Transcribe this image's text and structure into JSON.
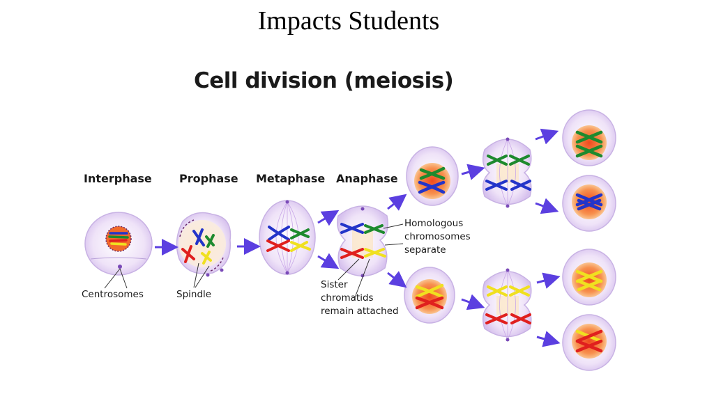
{
  "slide": {
    "title": "Impacts Students"
  },
  "diagram": {
    "title": "Cell division (meiosis)",
    "stages": {
      "interphase": "Interphase",
      "prophase": "Prophase",
      "metaphase": "Metaphase",
      "anaphase": "Anaphase"
    },
    "annotations": {
      "centrosomes": "Centrosomes",
      "spindle": "Spindle",
      "homologous": [
        "Homologous",
        "chromosomes",
        "separate"
      ],
      "sister": [
        "Sister",
        "chromatids",
        "remain attached"
      ]
    },
    "colors": {
      "cell_fill": "#e9dcf5",
      "cell_edge": "#c8b2e4",
      "nucleus": "#f26a2a",
      "arrow": "#5b3fe0",
      "chromosome_blue": "#2334c9",
      "chromosome_green": "#1e8a2e",
      "chromosome_red": "#e0201e",
      "chromosome_yellow": "#f0e020"
    }
  }
}
